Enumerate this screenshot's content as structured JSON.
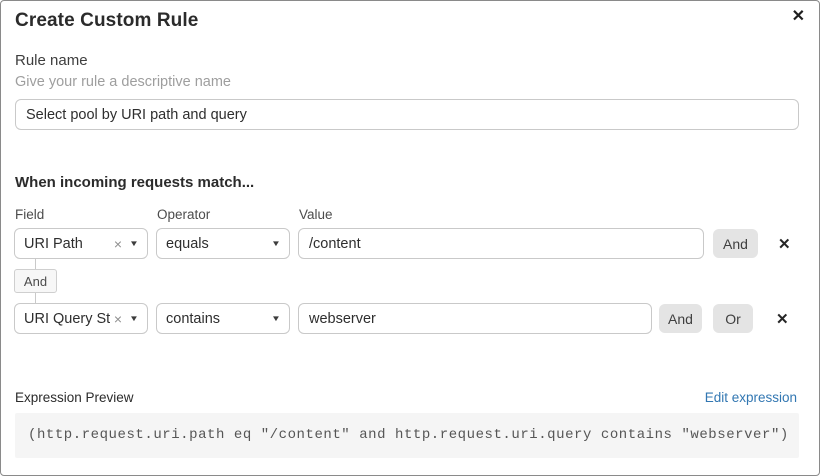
{
  "dialog": {
    "title": "Create Custom Rule"
  },
  "icons": {
    "close": "✕",
    "clear": "×",
    "caret": "▼",
    "delete_row": "✕"
  },
  "rule_name": {
    "label": "Rule name",
    "helper": "Give your rule a descriptive name",
    "value": "Select pool by URI path and query"
  },
  "match_section": {
    "heading": "When incoming requests match...",
    "columns": {
      "field": "Field",
      "operator": "Operator",
      "value": "Value"
    },
    "rows": [
      {
        "field": "URI Path",
        "operator": "equals",
        "value": "/content",
        "connectors": [
          "And"
        ]
      },
      {
        "field": "URI Query St...",
        "operator": "contains",
        "value": "webserver",
        "connectors": [
          "And",
          "Or"
        ]
      }
    ],
    "row_joiner": "And"
  },
  "expression": {
    "label": "Expression Preview",
    "edit_link": "Edit expression",
    "preview": "(http.request.uri.path eq \"/content\" and http.request.uri.query contains \"webserver\")"
  },
  "colors": {
    "link_blue": "#3277b2",
    "connector_button_bg": "#e4e4e4",
    "input_border": "#c9c9c9",
    "helper_gray": "#9e9e9e",
    "expression_bg": "#f5f5f5"
  }
}
